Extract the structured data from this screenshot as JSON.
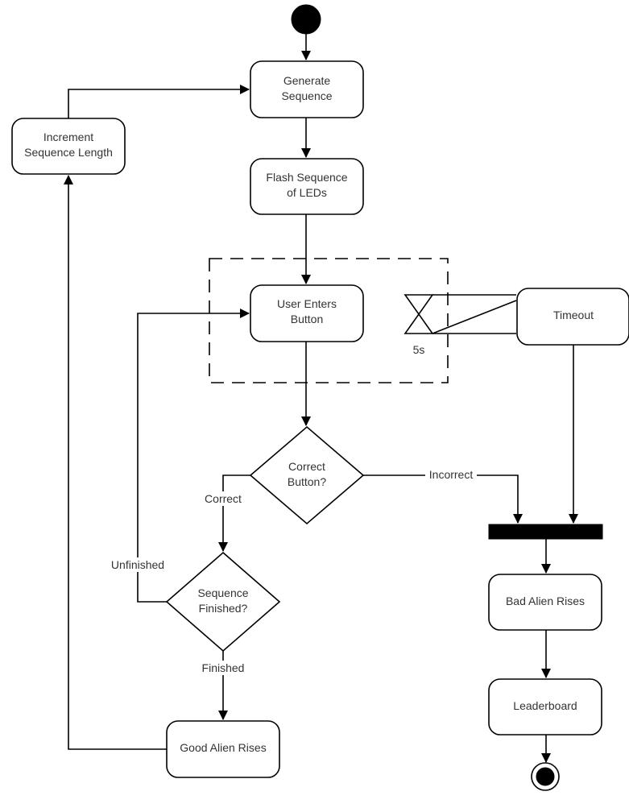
{
  "diagram": {
    "type": "uml-activity",
    "nodes": {
      "start": {
        "kind": "initial"
      },
      "generate_sequence": {
        "kind": "action",
        "lines": [
          "Generate",
          "Sequence"
        ]
      },
      "flash_sequence": {
        "kind": "action",
        "lines": [
          "Flash Sequence",
          "of LEDs"
        ]
      },
      "increment_length": {
        "kind": "action",
        "lines": [
          "Increment",
          "Sequence Length"
        ]
      },
      "user_enters_button": {
        "kind": "action",
        "lines": [
          "User Enters",
          "Button"
        ]
      },
      "timer": {
        "kind": "time-event",
        "label": "5s"
      },
      "timeout": {
        "kind": "action",
        "lines": [
          "Timeout"
        ]
      },
      "correct_button": {
        "kind": "decision",
        "lines": [
          "Correct",
          "Button?"
        ]
      },
      "sequence_finished": {
        "kind": "decision",
        "lines": [
          "Sequence",
          "Finished?"
        ]
      },
      "join_bar": {
        "kind": "join"
      },
      "bad_alien_rises": {
        "kind": "action",
        "lines": [
          "Bad Alien Rises"
        ]
      },
      "leaderboard": {
        "kind": "action",
        "lines": [
          "Leaderboard"
        ]
      },
      "good_alien_rises": {
        "kind": "action",
        "lines": [
          "Good Alien Rises"
        ]
      },
      "end": {
        "kind": "final"
      }
    },
    "edges": [
      {
        "from": "start",
        "to": "generate_sequence",
        "label": ""
      },
      {
        "from": "generate_sequence",
        "to": "flash_sequence",
        "label": ""
      },
      {
        "from": "flash_sequence",
        "to": "user_enters_button",
        "label": ""
      },
      {
        "from": "user_enters_button",
        "to": "correct_button",
        "label": ""
      },
      {
        "from": "correct_button",
        "to": "sequence_finished",
        "label": "Correct"
      },
      {
        "from": "correct_button",
        "to": "join_bar",
        "label": "Incorrect"
      },
      {
        "from": "sequence_finished",
        "to": "user_enters_button",
        "label": "Unfinished"
      },
      {
        "from": "sequence_finished",
        "to": "good_alien_rises",
        "label": "Finished"
      },
      {
        "from": "good_alien_rises",
        "to": "increment_length",
        "label": ""
      },
      {
        "from": "increment_length",
        "to": "generate_sequence",
        "label": ""
      },
      {
        "from": "timer",
        "to": "timeout",
        "label": ""
      },
      {
        "from": "timeout",
        "to": "join_bar",
        "label": ""
      },
      {
        "from": "join_bar",
        "to": "bad_alien_rises",
        "label": ""
      },
      {
        "from": "bad_alien_rises",
        "to": "leaderboard",
        "label": ""
      },
      {
        "from": "leaderboard",
        "to": "end",
        "label": ""
      }
    ],
    "interruptible_region": {
      "contains": [
        "user_enters_button",
        "timer"
      ]
    }
  }
}
